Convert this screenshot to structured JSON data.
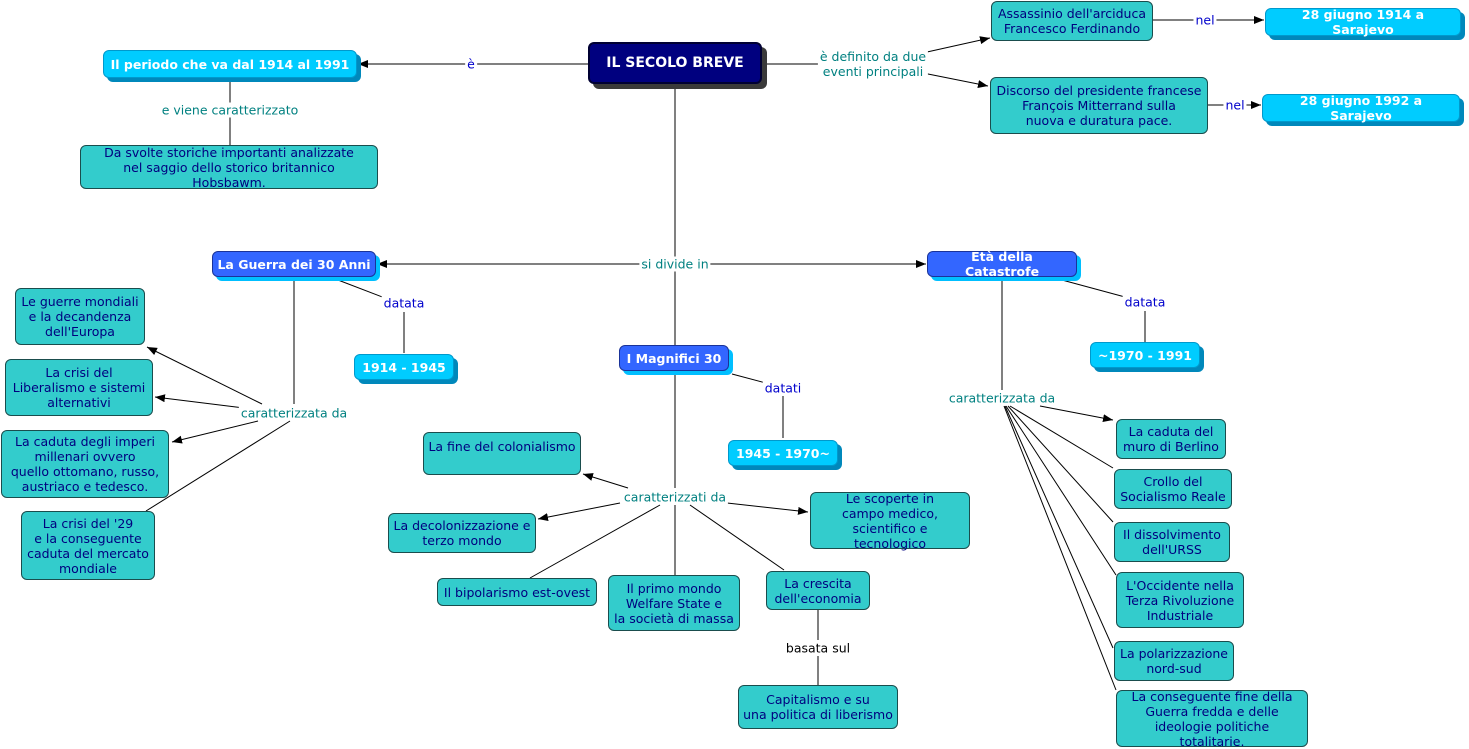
{
  "nodes": {
    "secolo_breve": "IL SECOLO BREVE",
    "periodo": "Il periodo che va dal 1914 al 1991",
    "svolte": "Da svolte storiche importanti analizzate\nnel saggio dello storico britannico Hobsbawm.",
    "assassinio": "Assassinio dell'arciduca\nFrancesco Ferdinando",
    "data_1914": "28 giugno 1914 a Sarajevo",
    "discorso": "Discorso del presidente francese\nFrançois Mitterrand sulla\nnuova e duratura pace.",
    "data_1992": "28 giugno 1992 a Sarajevo",
    "guerra30": "La Guerra dei 30 Anni",
    "eta_catastrofe": "Età della Catastrofe",
    "anni_1914_1945": "1914 - 1945",
    "anni_1970_1991": "~1970 - 1991",
    "magnifici30": "I Magnifici 30",
    "anni_1945_1970": "1945 - 1970~",
    "guerre_mondiali": "Le guerre mondiali\ne la decandenza\ndell'Europa",
    "crisi_liberalismo": "La crisi del\nLiberalismo e sistemi\nalternativi",
    "caduta_imperi": "La caduta degli imperi\nmillenari ovvero\nquello ottomano, russo,\naustriaco e tedesco.",
    "crisi_29": "La crisi del '29\ne la conseguente\ncaduta del mercato\nmondiale",
    "fine_colonialismo": "La fine del colonialismo",
    "decolonizzazione": "La decolonizzazione e\nterzo mondo",
    "bipolarismo": "Il bipolarismo est-ovest",
    "primo_mondo": "Il primo mondo\nWelfare State e\nla società di massa",
    "crescita": "La crescita\ndell'economia",
    "scoperte": "Le scoperte in\ncampo medico,\nscientifico e tecnologico",
    "capitalismo": "Capitalismo e su\nuna politica di liberismo",
    "muro_berlino": "La caduta del\nmuro di Berlino",
    "socialismo": "Crollo del\nSocialismo Reale",
    "urss": "Il dissolvimento\ndell'URSS",
    "occidente": "L'Occidente nella\nTerza Rivoluzione\nIndustriale",
    "polarizzazione": "La polarizzazione\nnord-sud",
    "fine_guerra_fredda": "La conseguente fine della\nGuerra fredda e delle\nideologie politiche totalitarie."
  },
  "labels": {
    "e": "è",
    "viene_caratterizzato": "e viene caratterizzato",
    "definito": "è definito da due\neventi principali",
    "nel1": "nel",
    "nel2": "nel",
    "si_divide": "si divide in",
    "datata1": "datata",
    "datata2": "datata",
    "datati": "datati",
    "caratterizzata1": "caratterizzata da",
    "caratterizzati": "caratterizzati da",
    "caratterizzata2": "caratterizzata da",
    "basata": "basata sul"
  },
  "colors": {
    "main": "#00007f",
    "blue": "#3366ff",
    "cyan": "#00ccff",
    "teal": "#33cccc",
    "label_teal": "#008080",
    "label_navy": "#0000cc"
  }
}
